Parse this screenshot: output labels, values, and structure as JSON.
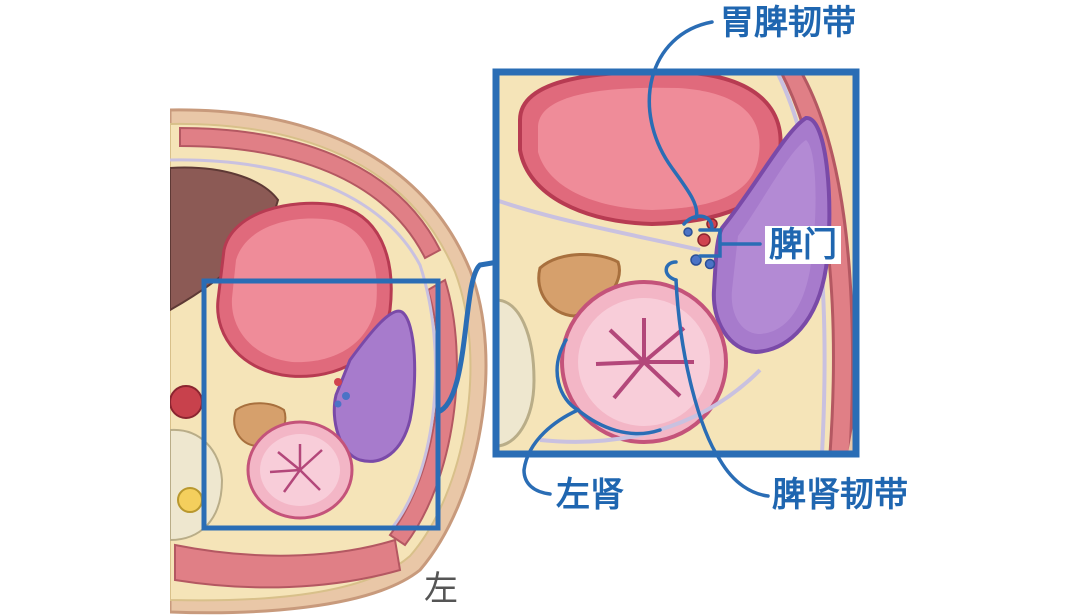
{
  "labels": {
    "gastrosplenic": "胃脾韧带",
    "hilum": "脾门",
    "left_kidney": "左肾",
    "splenorenal": "脾肾韧带",
    "side": "左"
  },
  "colors": {
    "callout": "#2a6db5",
    "label_text": "#1f66b0",
    "stomach": "#e06a7c",
    "spleen": "#a77bcc",
    "kidney": "#f3b6c6",
    "liver": "#8c5a55",
    "fat": "#f5e4b8"
  }
}
